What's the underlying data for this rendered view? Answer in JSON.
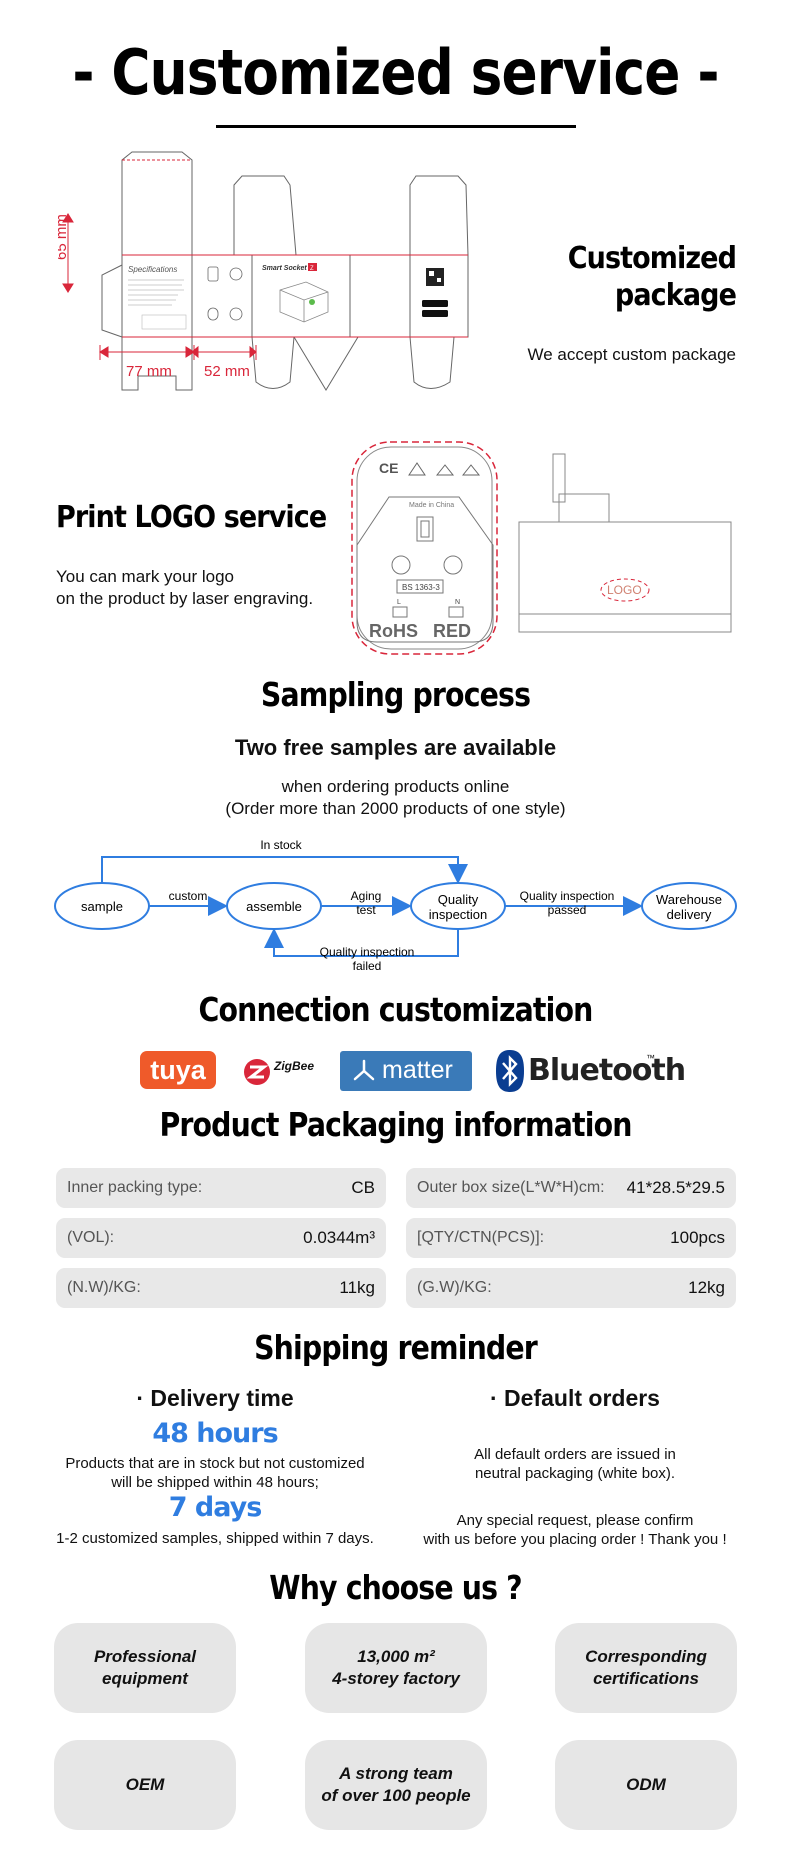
{
  "header": {
    "title": "- Customized service -"
  },
  "package": {
    "title": "Customized\npackage",
    "desc": "We accept custom package",
    "dim_height": "65 mm",
    "dim_width1": "77 mm",
    "dim_width2": "52 mm",
    "box_spec_title": "Specifications",
    "box_brand": "Smart Socket",
    "box_badge": "Z"
  },
  "logo_service": {
    "title": "Print LOGO service",
    "desc_line1": "You can mark your logo",
    "desc_line2": "on the product by laser engraving.",
    "plug_made": "Made in China",
    "plug_bs": "BS 1363-3",
    "plug_rohs": "RoHS",
    "plug_red": "RED",
    "plug_logo": "LOGO",
    "plug_l": "L",
    "plug_n": "N"
  },
  "sampling": {
    "title": "Sampling process",
    "subtitle": "Two free samples are available",
    "line1": "when ordering products online",
    "line2": "(Order more than 2000 products of one style)",
    "nodes": {
      "sample": "sample",
      "assemble": "assemble",
      "quality1": "Quality",
      "quality2": "inspection",
      "warehouse1": "Warehouse",
      "warehouse2": "delivery"
    },
    "edges": {
      "in_stock": "In stock",
      "custom": "custom",
      "aging1": "Aging",
      "aging2": "test",
      "passed1": "Quality inspection",
      "passed2": "passed",
      "failed1": "Quality inspection",
      "failed2": "failed"
    }
  },
  "connection": {
    "title": "Connection customization",
    "tuya": "tuya",
    "zigbee": "ZigBee",
    "matter": "matter",
    "bluetooth": "Bluetooth",
    "tm": "™"
  },
  "packaging": {
    "title": "Product Packaging information",
    "rows": [
      {
        "label": "Inner packing type:",
        "value": "CB"
      },
      {
        "label": "Outer box size(L*W*H)cm:",
        "value": "41*28.5*29.5"
      },
      {
        "label": "(VOL):",
        "value": "0.0344m³"
      },
      {
        "label": "[QTY/CTN(PCS)]:",
        "value": "100pcs"
      },
      {
        "label": "(N.W)/KG:",
        "value": "11kg"
      },
      {
        "label": "(G.W)/KG:",
        "value": "12kg"
      }
    ]
  },
  "shipping": {
    "title": "Shipping reminder",
    "delivery_title": "· Delivery time",
    "hours": "48 hours",
    "hours_l1": "Products that are in stock but not customized",
    "hours_l2": "will be shipped within 48 hours;",
    "days": "7 days",
    "days_l1": "1-2 customized samples, shipped within 7 days.",
    "default_title": "· Default orders",
    "def_l1": "All default orders are issued in",
    "def_l2": "neutral packaging (white box).",
    "def_l3": "Any special request, please confirm",
    "def_l4": "with us before you placing order ! Thank you !"
  },
  "why": {
    "title": "Why choose us ?",
    "items": [
      "Professional\nequipment",
      "13,000 m²\n4-storey factory",
      "Corresponding\ncertifications",
      "OEM",
      "A strong team\nof over 100 people",
      "ODM"
    ]
  },
  "colors": {
    "accent": "#2f7de0",
    "red": "#d9263a",
    "tuya": "#ef5a2a",
    "matter": "#3a7ab8",
    "bluetooth": "#0a3d91"
  }
}
